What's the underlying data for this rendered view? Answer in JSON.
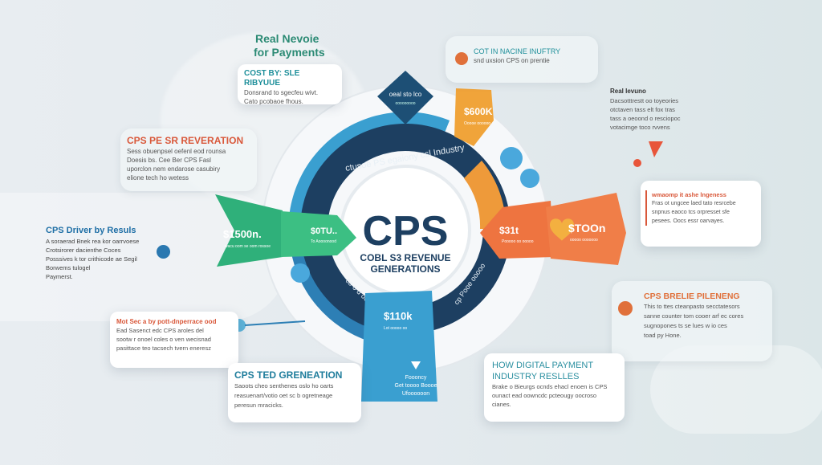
{
  "headline": {
    "line1": "Real Nevoie",
    "line2": "for Payments"
  },
  "center": {
    "title": "CPS",
    "sub1": "COBL S3 REVENUE",
    "sub2": "GENERATIONS",
    "ring_top": "ctusoe PS egaiony csl Industry",
    "ring_left": "co o d oooo",
    "ring_right": "cp Pooe ooooo"
  },
  "segments": {
    "green_left": {
      "value": "$1500n.",
      "note": "wacu oom se oom rossoe"
    },
    "green_right": {
      "value": "$0TU..",
      "note": "To Aoooonood"
    },
    "diamond": {
      "value": "oeal sto lco",
      "note": "ooooooooo"
    },
    "orange_top": {
      "value": "$600K",
      "note": "Ooooe oooooo"
    },
    "orange_right_left": {
      "value": "$31t",
      "note": "Pooooo oo ooooo"
    },
    "orange_right_right": {
      "value": "$TOOn",
      "note": "ooooo ooooooo"
    },
    "blue_bottom": {
      "value": "$110k",
      "note": "Lot ooooo oo",
      "footer1": "Foooncy",
      "footer2": "Get toooo Boooe",
      "footer3": "Ufoooooon"
    }
  },
  "cards": [
    {
      "title": "COST BY: SLE RIBYUUE",
      "body": [
        "Donsrand to sgecfeu wivt.",
        "Cato pcobaoe fhous."
      ]
    },
    {
      "title": "CPS PE SR REVERATION",
      "body": [
        "Sess obuenpsel oefenl eod rounsa",
        "Doesis bs. Cee Ber CPS Fasl",
        "uporclon nem endarose casubiry",
        "elione tech ho wetess"
      ]
    },
    {
      "title": "CPS Driver by Resuls",
      "body": [
        "A soraerad Bnek rea kor oarrvoese",
        "Crotsirorer dacienthe Coces",
        "Posssives k tor crithicode ae Segil",
        "Borwems tulogel",
        "Paymerst."
      ]
    },
    {
      "title": "Mot Sec a by pott-dnperrace ood",
      "body": [
        "Ead Sasenct edc CPS aroles del",
        "sootw r onoel coles o ven wecisnad",
        "pasittace teo tacsech tvern eneresz"
      ]
    },
    {
      "title": "CPS TED GRENEATION",
      "body": [
        "Saoots cheo senthenes oslo ho oarts",
        "reasuenart/votio oet sc b ogretneage",
        "peresun mracicks."
      ]
    },
    {
      "title": "COT IN NACINE INUFTRY",
      "body": [
        "snd uxsion CPS on prentie"
      ]
    },
    {
      "title": "Real Ievuno",
      "body": [
        "Dacsotttrestt oo toyeories",
        "otctaven tass elt fox tras",
        "tass a oeoond o resciopoc",
        "votacimge toco rvvens"
      ]
    },
    {
      "title": "wmaomp it ashe lngeness",
      "body": [
        "Fras ot ungcee laed tato resrcebe",
        "snpnus eaoco tcs orpresset sfe",
        "pesees. Oocs essr oarvayes."
      ]
    },
    {
      "title": "CPS BRELIE PILENENG",
      "body": [
        "This to ttes cteanpasto secctatesors",
        "sanne counter tom cooer arf ec cores",
        "sugnopones ts se lues w io ces",
        "toad py Hone."
      ]
    },
    {
      "title": "HOW DIGITAL PAYMENT INDUSTRY RESLLES",
      "body": [
        "Brake o Bieurgs ocnds ehacl enoen is CPS",
        "ounact ead oowncdc pcteougy oocroso",
        "cianes."
      ]
    }
  ],
  "colors": {
    "navy": "#1d3f61",
    "blue": "#3a9fd0",
    "green": "#2fb07a",
    "orange": "#ee7440",
    "amber": "#f0a43a",
    "teal": "#1e8f9a",
    "red": "#d9583a"
  }
}
